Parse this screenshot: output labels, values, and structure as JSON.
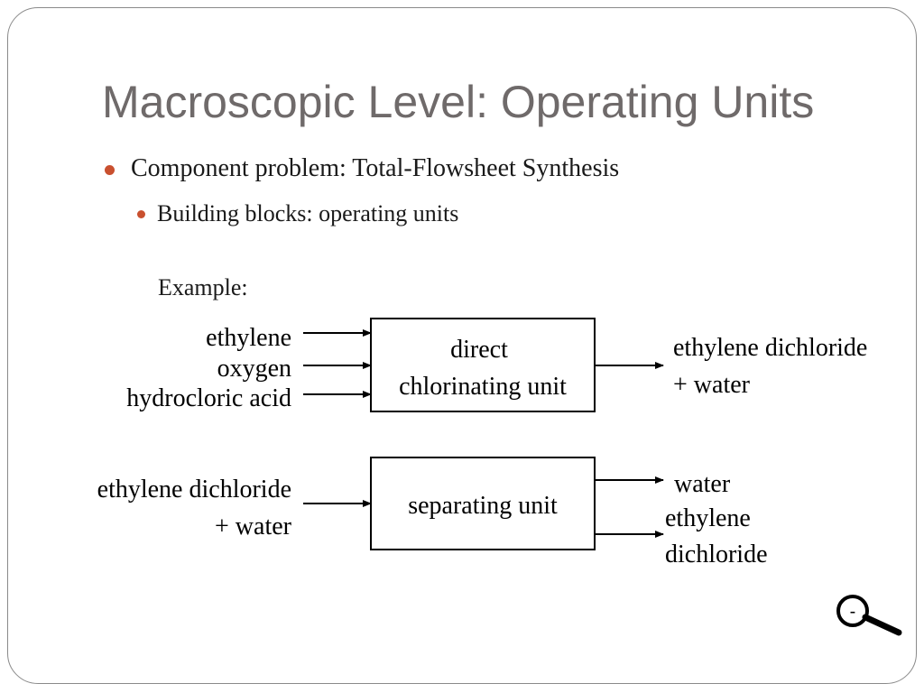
{
  "slide": {
    "title": "Macroscopic Level: Operating Units",
    "bullets": [
      "Component problem: Total-Flowsheet Synthesis",
      "Building blocks: operating units"
    ],
    "example_label": "Example:"
  },
  "units": [
    {
      "name_lines": [
        "direct",
        "chlorinating unit"
      ],
      "inputs": [
        "ethylene",
        "oxygen",
        "hydrocloric acid"
      ],
      "outputs": [
        "ethylene dichloride",
        "+ water"
      ]
    },
    {
      "name_lines": [
        "separating unit"
      ],
      "inputs": [
        "ethylene dichloride",
        "+ water"
      ],
      "outputs": [
        "water",
        "ethylene",
        "dichloride"
      ]
    }
  ],
  "zoom_icon": {
    "icon": "zoom-out-icon",
    "symbol": "-"
  },
  "colors": {
    "title": "#6f6a6a",
    "bullet": "#c9502f",
    "border": "#8a8a8a"
  }
}
